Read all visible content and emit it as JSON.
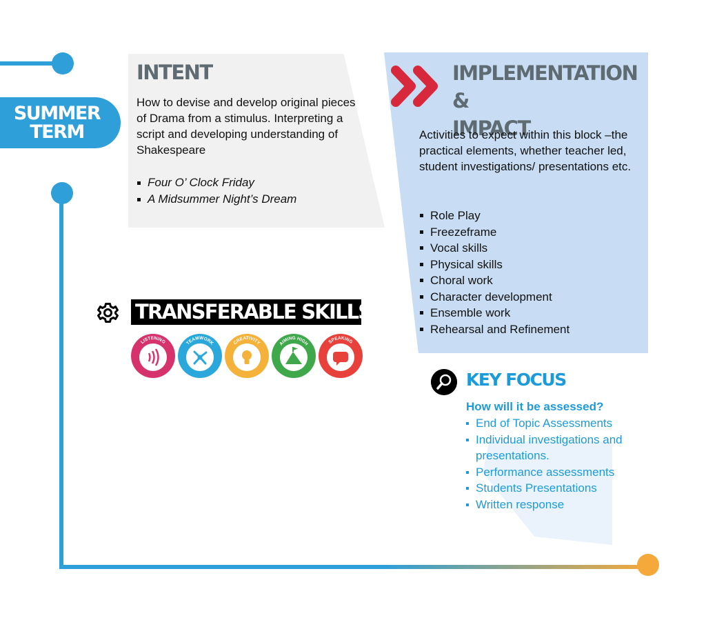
{
  "term": {
    "line1": "SUMMER",
    "line2": "TERM"
  },
  "intent": {
    "title": "INTENT",
    "description": "How to devise and develop original pieces of Drama from a stimulus. Interpreting a script and developing understanding of Shakespeare",
    "items": [
      "Four O’ Clock Friday",
      "A Midsummer Night’s Dream"
    ]
  },
  "implementation": {
    "title_line1": "IMPLEMENTATION &",
    "title_line2": "IMPACT",
    "description": "Activities to expect within this block –the practical elements, whether teacher led, student investigations/ presentations etc.",
    "items": [
      "Role Play",
      "Freezeframe",
      "Vocal skills",
      "Physical skills",
      "Choral work",
      "Character development",
      "Ensemble work",
      "Rehearsal and Refinement"
    ]
  },
  "skills": {
    "title": "TRANSFERABLE SKILLS:",
    "badges": [
      {
        "label": "LISTENING",
        "color": "#d6336c",
        "icon": "sound-waves-icon"
      },
      {
        "label": "TEAMWORK",
        "color": "#2aa8dc",
        "icon": "team-icon"
      },
      {
        "label": "CREATIVITY",
        "color": "#f5b23b",
        "icon": "lightbulb-icon"
      },
      {
        "label": "AIMING HIGH",
        "color": "#3fa84b",
        "icon": "mountain-flag-icon"
      },
      {
        "label": "SPEAKING",
        "color": "#e8413c",
        "icon": "speech-bubble-icon"
      }
    ]
  },
  "key_focus": {
    "title": "KEY FOCUS",
    "question": "How will it be assessed?",
    "items": [
      "End of Topic Assessments",
      "Individual investigations and presentations.",
      "Performance assessments",
      "Students Presentations",
      "Written response"
    ]
  },
  "colors": {
    "blue": "#2e9fd8",
    "orange": "#f4a93a",
    "title_gray": "#5f6b73",
    "chevron_red": "#d8283c"
  }
}
